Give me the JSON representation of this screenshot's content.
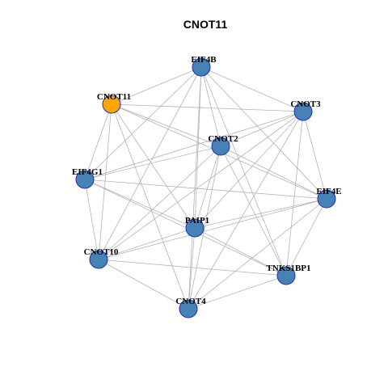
{
  "title": "CNOT11",
  "colors": {
    "default_node": "#4682b4",
    "highlight_node": "#ffa500",
    "node_border": "#1f2fbf",
    "edge": "#b3b3b3"
  },
  "nodes": [
    {
      "id": "EIF4B",
      "label": "EIF4B",
      "highlight": false
    },
    {
      "id": "CNOT11",
      "label": "CNOT11",
      "highlight": true
    },
    {
      "id": "CNOT3",
      "label": "CNOT3",
      "highlight": false
    },
    {
      "id": "CNOT2",
      "label": "CNOT2",
      "highlight": false
    },
    {
      "id": "EIF4G1",
      "label": "EIF4G1",
      "highlight": false
    },
    {
      "id": "EIF4E",
      "label": "EIF4E",
      "highlight": false
    },
    {
      "id": "PAIP1",
      "label": "PAIP1",
      "highlight": false
    },
    {
      "id": "CNOT10",
      "label": "CNOT10",
      "highlight": false
    },
    {
      "id": "TNKS1BP1",
      "label": "TNKS1BP1",
      "highlight": false
    },
    {
      "id": "CNOT4",
      "label": "CNOT4",
      "highlight": false
    }
  ],
  "edges": [
    [
      "EIF4B",
      "CNOT11"
    ],
    [
      "EIF4B",
      "CNOT3"
    ],
    [
      "EIF4B",
      "CNOT2"
    ],
    [
      "EIF4B",
      "EIF4G1"
    ],
    [
      "EIF4B",
      "EIF4E"
    ],
    [
      "EIF4B",
      "PAIP1"
    ],
    [
      "EIF4B",
      "CNOT10"
    ],
    [
      "EIF4B",
      "TNKS1BP1"
    ],
    [
      "EIF4B",
      "CNOT4"
    ],
    [
      "CNOT11",
      "CNOT3"
    ],
    [
      "CNOT11",
      "CNOT2"
    ],
    [
      "CNOT11",
      "EIF4G1"
    ],
    [
      "CNOT11",
      "EIF4E"
    ],
    [
      "CNOT11",
      "PAIP1"
    ],
    [
      "CNOT11",
      "CNOT10"
    ],
    [
      "CNOT11",
      "CNOT4"
    ],
    [
      "CNOT3",
      "CNOT2"
    ],
    [
      "CNOT3",
      "EIF4G1"
    ],
    [
      "CNOT3",
      "EIF4E"
    ],
    [
      "CNOT3",
      "PAIP1"
    ],
    [
      "CNOT3",
      "CNOT10"
    ],
    [
      "CNOT3",
      "TNKS1BP1"
    ],
    [
      "CNOT3",
      "CNOT4"
    ],
    [
      "CNOT2",
      "EIF4G1"
    ],
    [
      "CNOT2",
      "EIF4E"
    ],
    [
      "CNOT2",
      "PAIP1"
    ],
    [
      "CNOT2",
      "CNOT10"
    ],
    [
      "CNOT2",
      "TNKS1BP1"
    ],
    [
      "CNOT2",
      "CNOT4"
    ],
    [
      "EIF4G1",
      "EIF4E"
    ],
    [
      "EIF4G1",
      "PAIP1"
    ],
    [
      "EIF4G1",
      "CNOT10"
    ],
    [
      "EIF4G1",
      "TNKS1BP1"
    ],
    [
      "EIF4E",
      "PAIP1"
    ],
    [
      "EIF4E",
      "CNOT10"
    ],
    [
      "EIF4E",
      "TNKS1BP1"
    ],
    [
      "EIF4E",
      "CNOT4"
    ],
    [
      "PAIP1",
      "CNOT10"
    ],
    [
      "PAIP1",
      "TNKS1BP1"
    ],
    [
      "PAIP1",
      "CNOT4"
    ],
    [
      "CNOT10",
      "TNKS1BP1"
    ],
    [
      "CNOT10",
      "CNOT4"
    ],
    [
      "TNKS1BP1",
      "CNOT4"
    ]
  ]
}
